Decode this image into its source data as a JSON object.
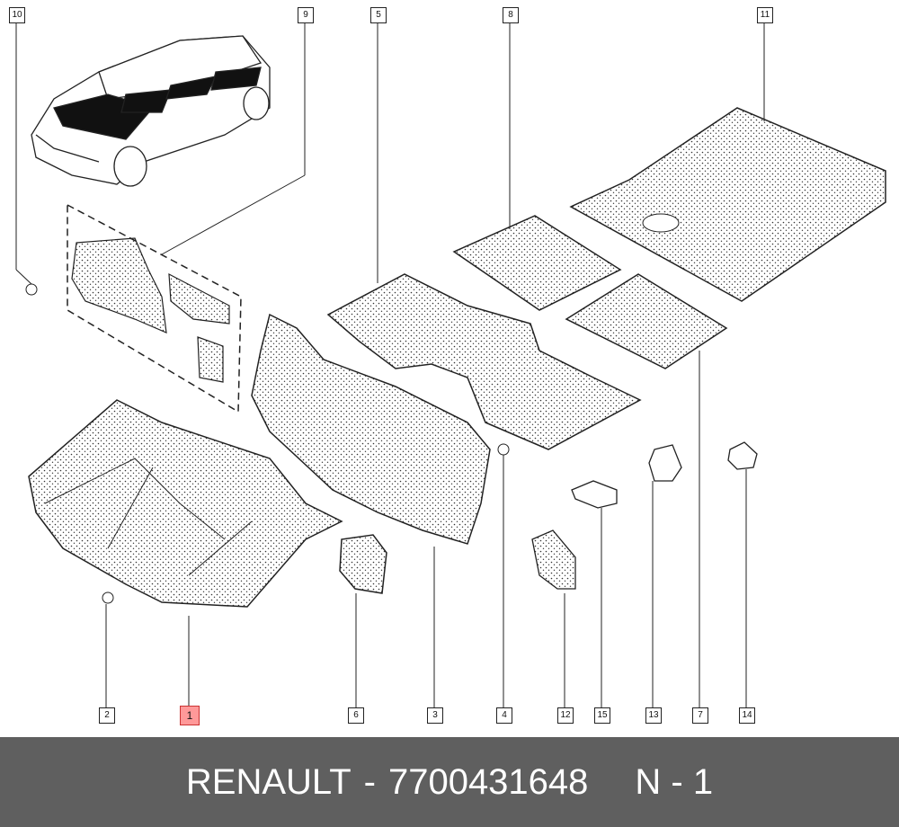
{
  "footer": {
    "brand": "RENAULT",
    "separator": "-",
    "part_number": "7700431648",
    "variant": "N - 1"
  },
  "callouts": [
    "1",
    "2",
    "3",
    "4",
    "5",
    "6",
    "7",
    "8",
    "9",
    "10",
    "11",
    "12",
    "13",
    "14",
    "15"
  ],
  "highlighted_callout": "1",
  "colors": {
    "footer_bg": "#5f5f5f",
    "highlight": "#ff9999",
    "line": "#222222"
  }
}
